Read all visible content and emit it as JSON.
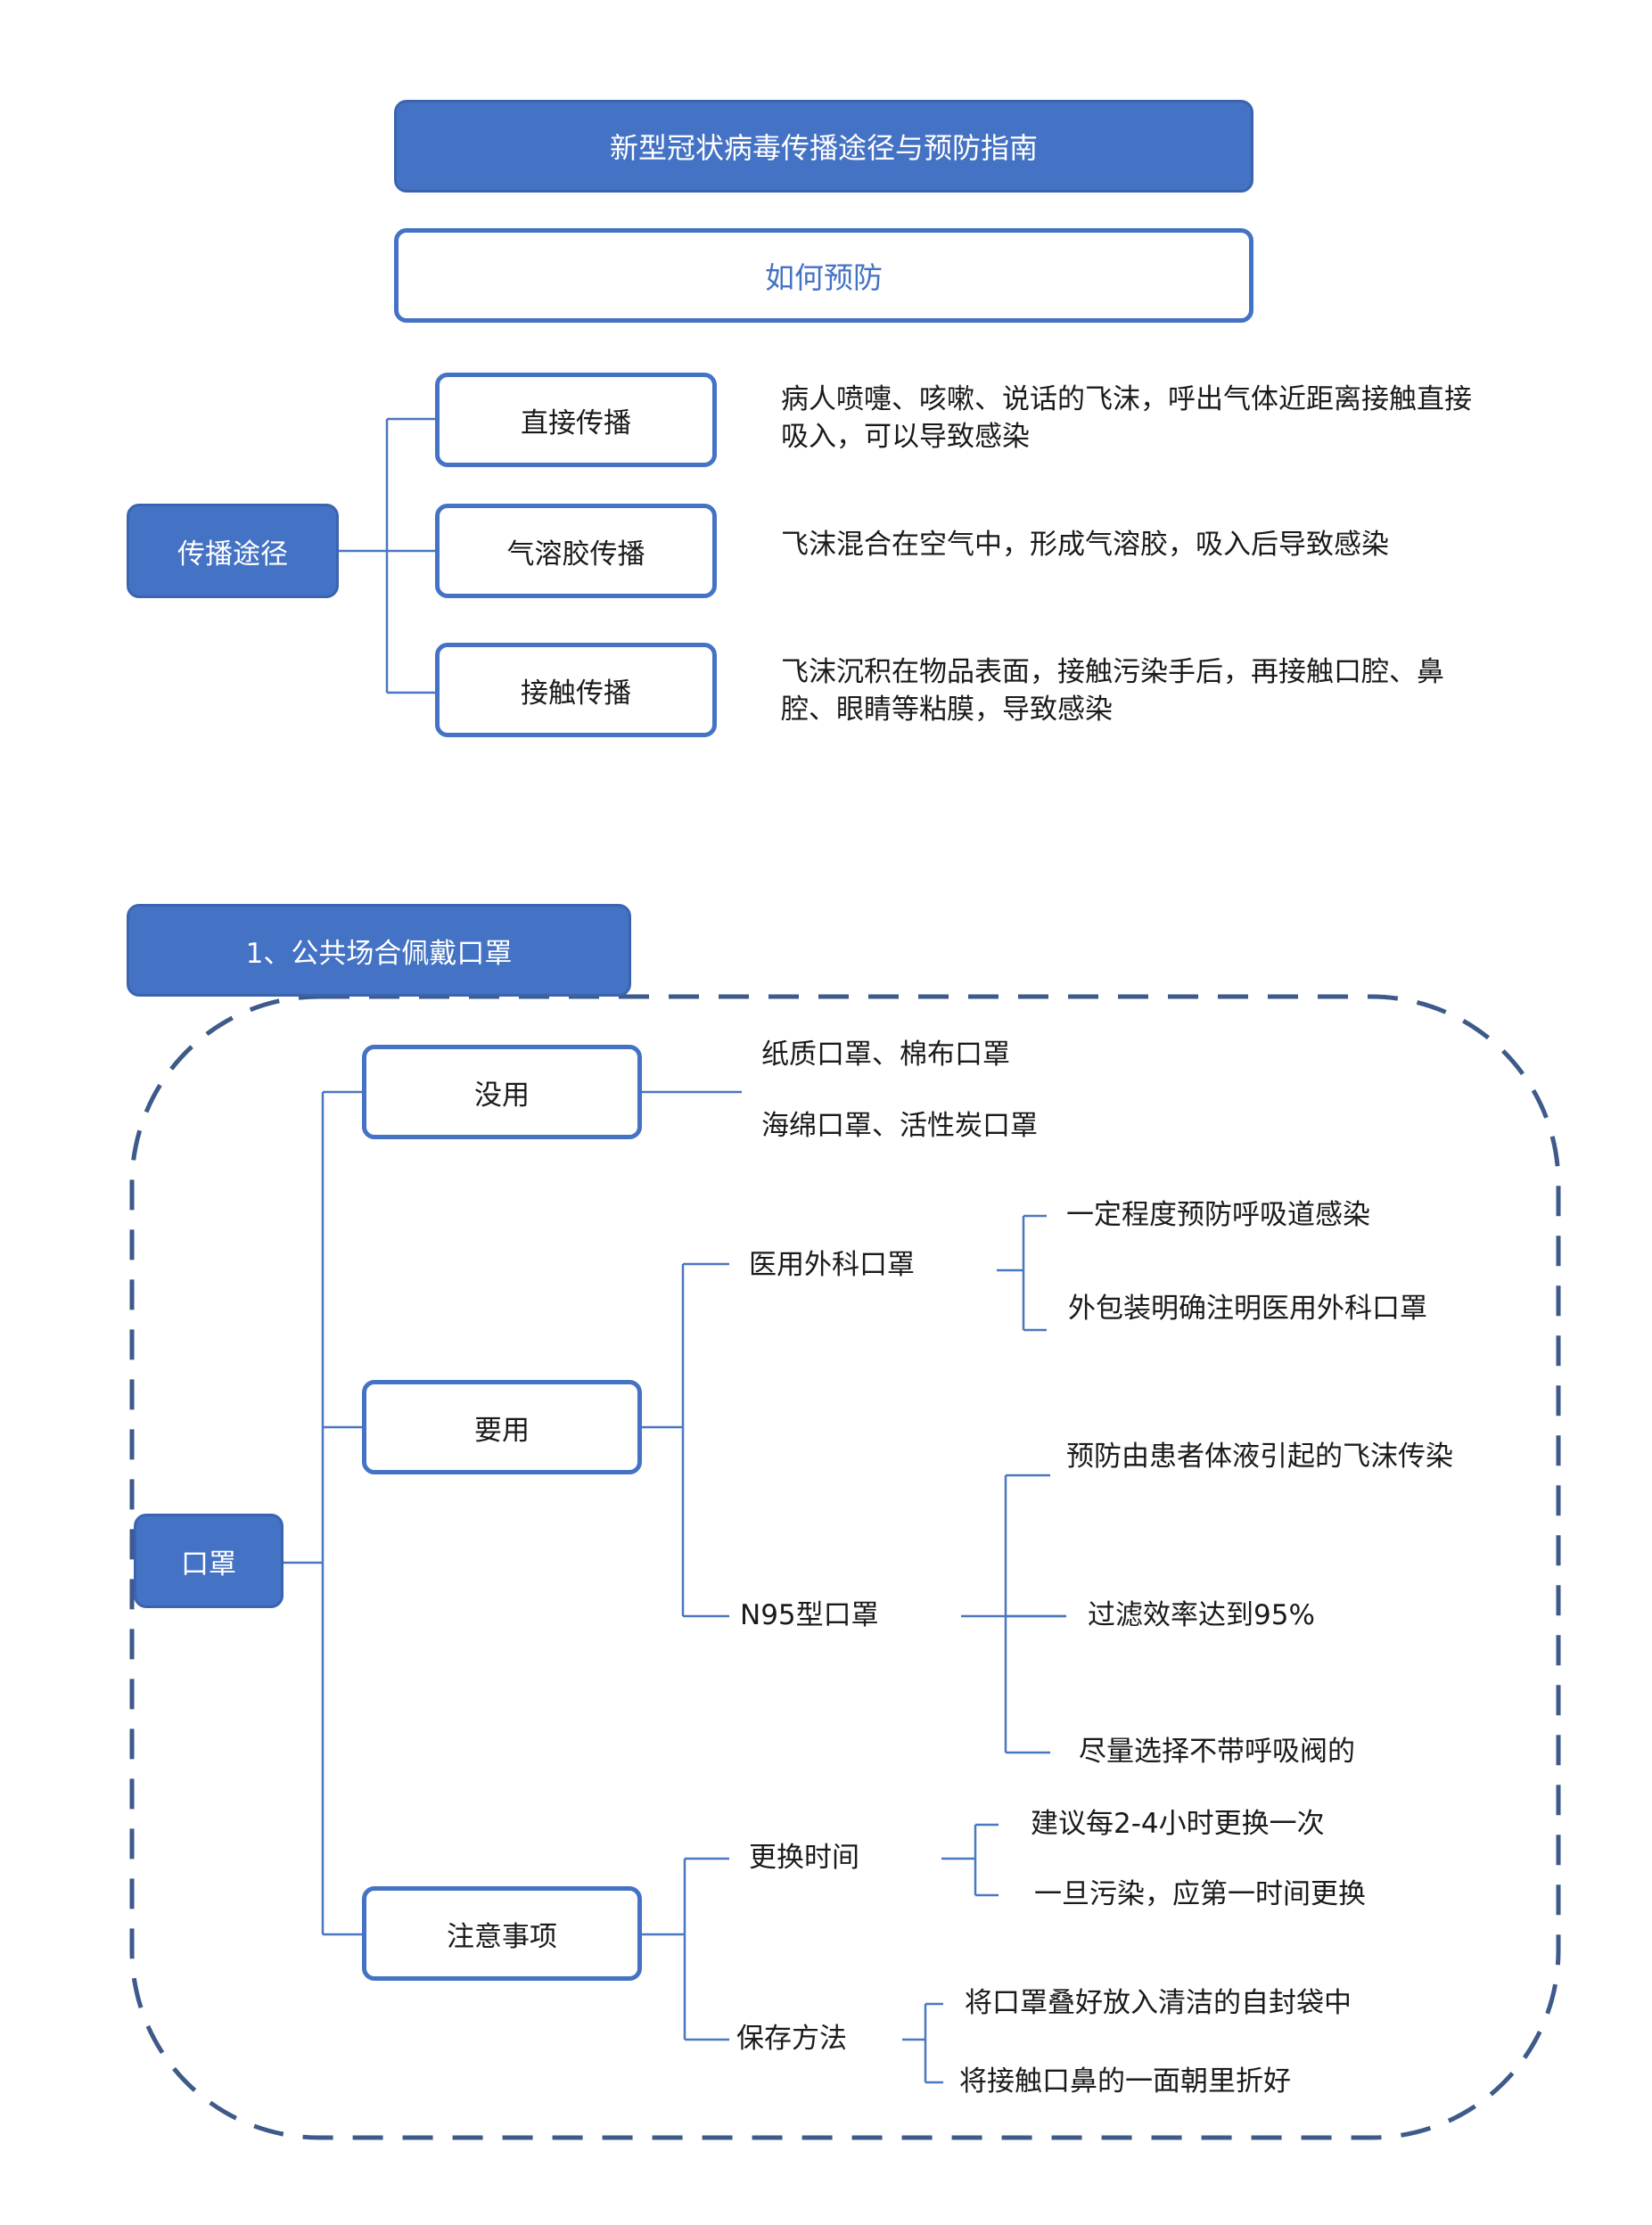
{
  "header": {
    "title": "新型冠状病毒传播途径与预防指南",
    "subtitle": "如何预防"
  },
  "transmission": {
    "root": "传播途径",
    "routes": [
      {
        "label": "直接传播",
        "desc": "病人喷嚏、咳嗽、说话的飞沫，呼出气体近距离接触直接吸入，可以导致感染"
      },
      {
        "label": "气溶胶传播",
        "desc": "飞沫混合在空气中，形成气溶胶，吸入后导致感染"
      },
      {
        "label": "接触传播",
        "desc": "飞沫沉积在物品表面，接触污染手后，再接触口腔、鼻腔、眼睛等粘膜，导致感染"
      }
    ]
  },
  "mask": {
    "section_title": "1、公共场合佩戴口罩",
    "root": "口罩",
    "useless": {
      "label": "没用",
      "items": [
        "纸质口罩、棉布口罩",
        "海绵口罩、活性炭口罩"
      ]
    },
    "useful": {
      "label": "要用",
      "surgical": {
        "label": "医用外科口罩",
        "items": [
          "一定程度预防呼吸道感染",
          "外包装明确注明医用外科口罩"
        ]
      },
      "n95": {
        "label": "N95型口罩",
        "items": [
          "预防由患者体液引起的飞沫传染",
          "过滤效率达到95%",
          "尽量选择不带呼吸阀的"
        ]
      }
    },
    "notes": {
      "label": "注意事项",
      "replace": {
        "label": "更换时间",
        "items": [
          "建议每2-4小时更换一次",
          "一旦污染，应第一时间更换"
        ]
      },
      "storage": {
        "label": "保存方法",
        "items": [
          "将口罩叠好放入清洁的自封袋中",
          "将接触口鼻的一面朝里折好"
        ]
      }
    }
  },
  "colors": {
    "accent": "#4472c4",
    "dashed_border": "#3d5a8a",
    "text": "#1a1a1a"
  }
}
